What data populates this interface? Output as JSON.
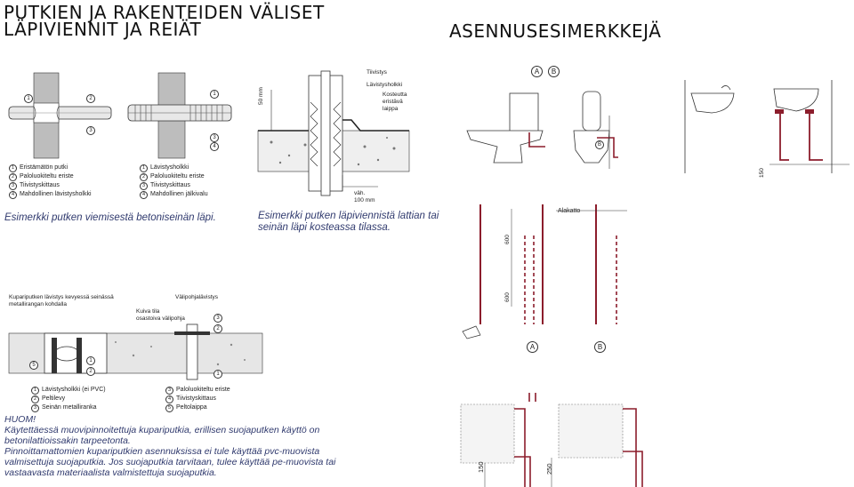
{
  "header": {
    "left_title_line1": "PUTKIEN JA RAKENTEIDEN VÄLISET",
    "left_title_line2": "LÄPIVIENNIT JA REIÄT",
    "right_title": "ASENNUSESIMERKKEJÄ"
  },
  "fig1": {
    "legend": [
      "Eristämätön putki",
      "Paloluokiteltu eriste",
      "Tiivistyskittaus",
      "Mahdollinen lävistysholkki"
    ],
    "nums": [
      "1",
      "2",
      "3",
      "4"
    ],
    "caption": "Esimerkki putken viemisestä betoniseinän läpi."
  },
  "fig2": {
    "legend": [
      "Lävistysholkki",
      "Paloluokiteltu eriste",
      "Tiivistyskittaus",
      "Mahdollinen jälkivalu"
    ],
    "nums": [
      "1",
      "2",
      "3",
      "4"
    ]
  },
  "fig3": {
    "label_tiivistys": "Tiivistys",
    "label_holkki": "Lävistysholkki",
    "label_kosteutta_1": "Kosteutta",
    "label_kosteutta_2": "eristävä",
    "label_kosteutta_3": "laippa",
    "dim_50": "50 mm",
    "dim_vah_1": "väh.",
    "dim_vah_2": "100 mm",
    "caption_1": "Esimerkki putken läpiviennistä lattian tai",
    "caption_2": "seinän läpi kosteassa tilassa."
  },
  "fig4": {
    "title_left_1": "Kupariputken lävistys kevyessä seinässä",
    "title_left_2": "metallirangan kohdalla",
    "title_right": "Välipohjalävistys",
    "kuiva_1": "Kuiva tila",
    "kuiva_2": "osastoiva välipohja",
    "legend_left": [
      "Lävistysholkki (ei PVC)",
      "Peltilevy",
      "Seinän metalliranka"
    ],
    "legend_right": [
      "Paloluokiteltu eriste",
      "Tiivistyskittaus",
      "Peltolaippa"
    ],
    "nums_left": [
      "1",
      "2",
      "3"
    ],
    "nums_right": [
      "3",
      "4",
      "5"
    ]
  },
  "toilets": {
    "label_a": "A",
    "label_b": "B",
    "dim_150": "150"
  },
  "wall": {
    "label_alakatto": "Alakatto",
    "dim_600a": "600",
    "dim_600b": "600",
    "label_a": "A",
    "label_b": "B"
  },
  "radiator": {
    "dim_150": "150",
    "dim_250": "250"
  },
  "note": {
    "heading": "HUOM!",
    "line1": "Käytettäessä muovipinnoitettuja kupariputkia, erillisen suojaputken käyttö on",
    "line2": "betonilattioissakin tarpeetonta.",
    "line3": "Pinnoittamattomien kupariputkien asennuksissa ei tule käyttää pvc-muovista",
    "line4": "valmisettuja suojaputkia. Jos suojaputkia tarvitaan, tulee käyttää pe-muovista tai",
    "line5": "vastaavasta materiaalista valmistettuja suojaputkia."
  },
  "colors": {
    "pipe_red": "#8c1d2c",
    "caption_blue": "#303a6e",
    "grey": "#c8c8c8"
  }
}
